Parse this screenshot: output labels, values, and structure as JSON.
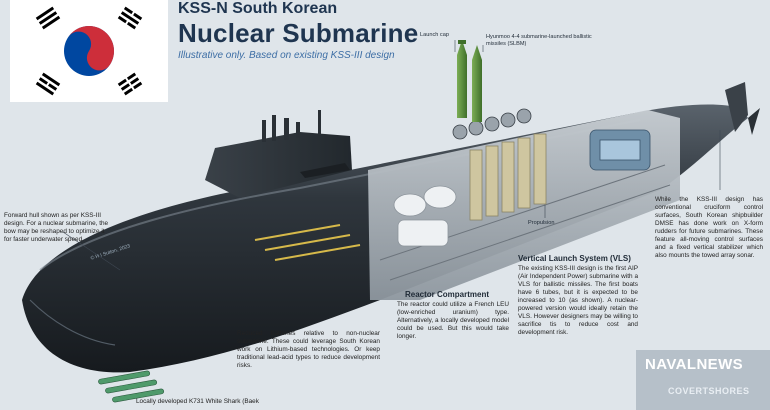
{
  "header": {
    "title_line1": "KSS-N South Korean",
    "title_line2": "Nuclear Submarine",
    "subtitle": "Illustrative only. Based on existing KSS-III design"
  },
  "flag": {
    "colors": {
      "red": "#cd2e3a",
      "blue": "#0047a0",
      "black": "#000000",
      "white": "#ffffff"
    }
  },
  "missile_labels": {
    "launch_cap": "Launch cap",
    "slbm": "Hyunmoo 4-4 submarine-launched ballistic missiles (SLBM)"
  },
  "callouts": {
    "forward_hull": "Forward hull shown as per KSS-III design. For a nuclear submarine, the bow may be reshaped to optimize it for faster underwater speed.",
    "stern": "While the KSS-III design has conventional cruciform control surfaces, South Korean shipbuilder DMSE has done work on X-form rudders for future submarines. These feature all-moving control surfaces and a fixed vertical stabilizer which also mounts the towed array sonar.",
    "propulsion": "Propulsion",
    "vls_heading": "Vertical Launch System (VLS)",
    "vls_body": "The existing KSS-III design is the first AIP (Air Independent Power) submarine with a VLS for ballistic missiles. The first boats have 6 tubes, but it is expected to be increased to 10 (as shown). A nuclear-powered version would ideally retain the VLS. However designers may be willing to sacrifice tis to reduce cost and development risk.",
    "reactor_heading": "Reactor Compartment",
    "reactor_body": "The reactor could utilize a French LEU (low-enriched uranium) type. Alternatively, a locally developed model could be used. But this would take longer.",
    "batteries": "Reduced batteries relative to non-nuclear submarine. These could leverage South Korean work on Lithium-based technologies. Or keep traditional lead-acid types to reduce development risks.",
    "torpedo": "Locally developed K731 White Shark (Baek"
  },
  "branding": {
    "navalnews": "NAVALNEWS",
    "covertshores": "COVERTSHORES",
    "credit": "© H I Sutton, 2023"
  }
}
